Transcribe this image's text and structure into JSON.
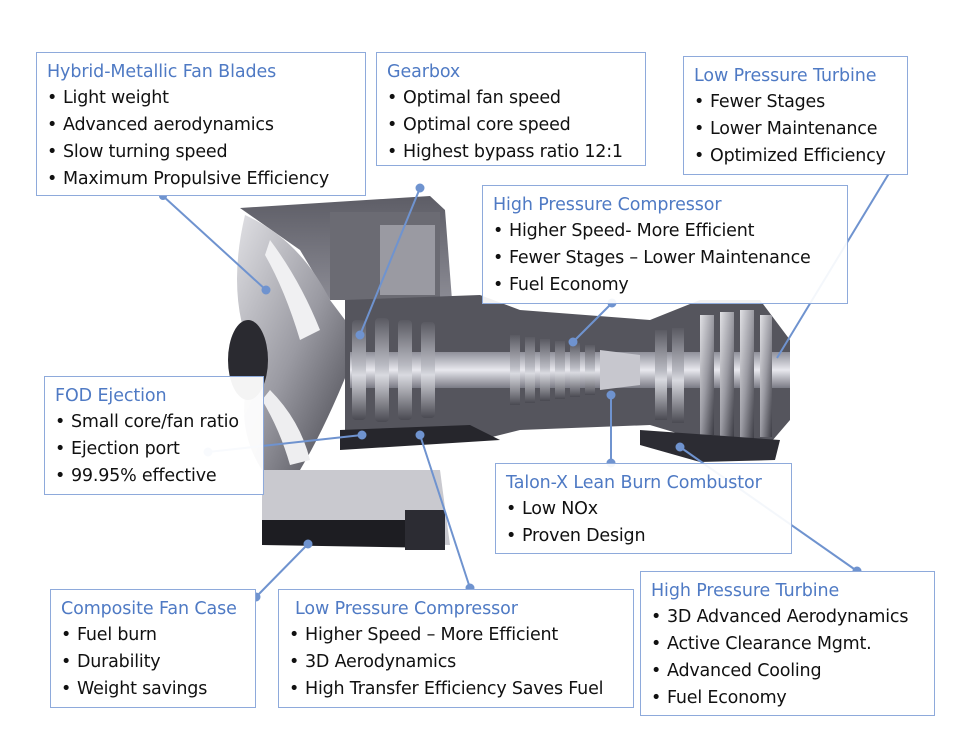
{
  "diagram": {
    "subject": "Geared turbofan engine cutaway",
    "colors": {
      "title_text": "#4f7ac4",
      "box_border": "#8eaadb",
      "leader_line": "#6f93cf",
      "body_text": "#111111"
    },
    "callouts": [
      {
        "id": "hybrid-metallic-fan-blades",
        "title": "Hybrid-Metallic Fan Blades",
        "items": [
          "Light weight",
          "Advanced aerodynamics",
          "Slow turning speed",
          "Maximum Propulsive Efficiency"
        ]
      },
      {
        "id": "gearbox",
        "title": "Gearbox",
        "items": [
          "Optimal fan speed",
          "Optimal core speed",
          "Highest bypass ratio 12:1"
        ]
      },
      {
        "id": "low-pressure-turbine",
        "title": "Low Pressure Turbine",
        "items": [
          "Fewer Stages",
          "Lower Maintenance",
          "Optimized Efficiency"
        ]
      },
      {
        "id": "high-pressure-compressor",
        "title": "High Pressure Compressor",
        "items": [
          "Higher Speed- More Efficient",
          "Fewer Stages – Lower Maintenance",
          "Fuel Economy"
        ]
      },
      {
        "id": "fod-ejection",
        "title": "FOD Ejection",
        "items": [
          "Small core/fan ratio",
          "Ejection port",
          "99.95% effective"
        ]
      },
      {
        "id": "talon-x-combustor",
        "title": "Talon-X Lean Burn Combustor",
        "items": [
          "Low NOx",
          "Proven Design"
        ]
      },
      {
        "id": "composite-fan-case",
        "title": "Composite Fan Case",
        "items": [
          "Fuel burn",
          "Durability",
          "Weight savings"
        ]
      },
      {
        "id": "low-pressure-compressor",
        "title": "Low Pressure Compressor",
        "items": [
          "Higher Speed – More Efficient",
          "3D Aerodynamics",
          "High Transfer Efficiency Saves Fuel"
        ]
      },
      {
        "id": "high-pressure-turbine",
        "title": "High Pressure Turbine",
        "items": [
          "3D Advanced Aerodynamics",
          "Active Clearance Mgmt.",
          "Advanced Cooling",
          "Fuel Economy"
        ]
      }
    ]
  }
}
